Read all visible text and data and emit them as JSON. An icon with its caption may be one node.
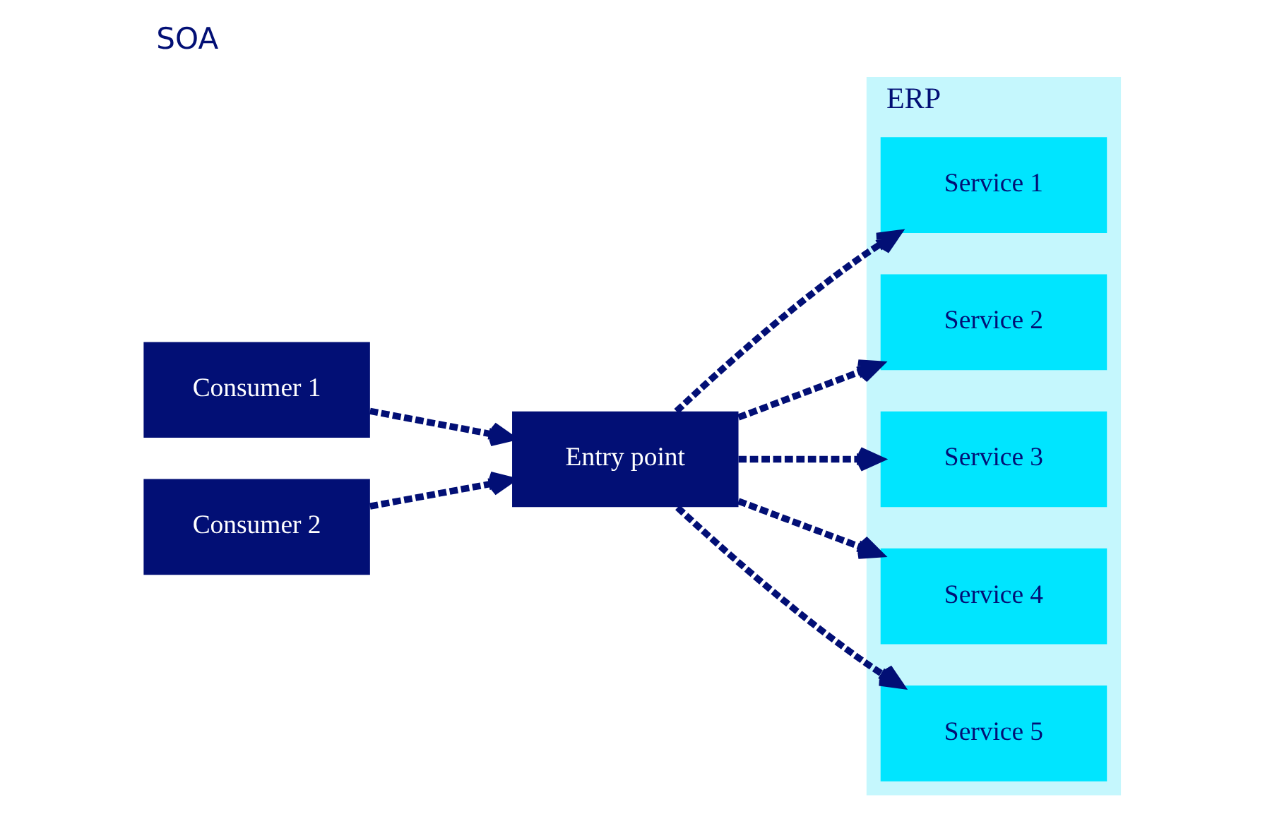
{
  "diagram": {
    "title": "SOA",
    "nodes": [
      {
        "text": [
          "Consumer 1"
        ]
      },
      {
        "text": [
          "Consumer 2"
        ]
      },
      {
        "text": [
          "Entry point"
        ]
      },
      {
        "text": [
          "ERP"
        ]
      },
      {
        "text": [
          "Service 1"
        ],
        "in": 3
      },
      {
        "text": [
          "Service 2"
        ],
        "in": 3
      },
      {
        "text": [
          "Service 3"
        ],
        "in": 3
      },
      {
        "text": [
          "Service 4"
        ],
        "in": 3
      },
      {
        "text": [
          "Service 5"
        ],
        "in": 3
      }
    ],
    "edges": [
      {
        "from": 0,
        "to": 2,
        "arrow": "to",
        "style": "dashed"
      },
      {
        "from": 1,
        "to": 2,
        "arrow": "to",
        "style": "dashed"
      },
      {
        "from": 2,
        "to": 4,
        "arrow": "to",
        "style": "dashed"
      },
      {
        "from": 2,
        "to": 5,
        "arrow": "to",
        "style": "dashed"
      },
      {
        "from": 2,
        "to": 6,
        "arrow": "to",
        "style": "dashed"
      },
      {
        "from": 2,
        "to": 7,
        "arrow": "to",
        "style": "dashed"
      },
      {
        "from": 2,
        "to": 8,
        "arrow": "to",
        "style": "dashed"
      }
    ]
  }
}
